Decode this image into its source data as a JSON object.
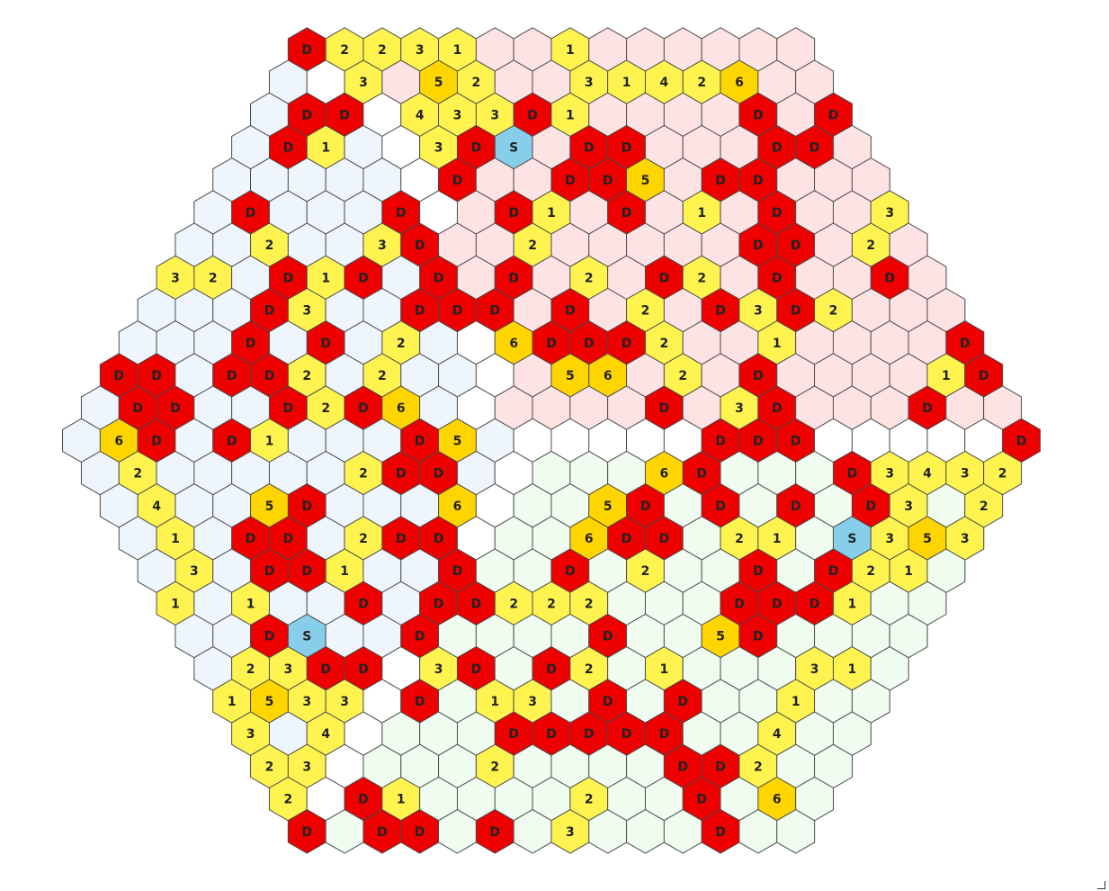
{
  "colors": {
    "D": "#ee0000",
    "N": "#fff44f",
    "H": "#ffd500",
    "S": "#87ceeb",
    "a": "#eef5fd",
    "b": "#fde3e3",
    "c": "#effcef",
    "w": "#ffffff"
  },
  "legend_codes": {
    "D": "danger-cell",
    "N": "number-cell",
    "H": "high-number-cell",
    "S": "start-cell",
    "a": "blue-region-cell",
    "b": "pink-region-cell",
    "c": "green-region-cell",
    "w": "white-cell"
  },
  "rows": [
    [
      "D",
      "2",
      "2",
      "3",
      "1",
      "b",
      "b",
      "1",
      "b",
      "b",
      "b",
      "b",
      "b",
      "b"
    ],
    [
      "a",
      "w",
      "3",
      "b",
      "5",
      "2",
      "b",
      "b",
      "3",
      "1",
      "4",
      "2",
      "6",
      "b",
      "b"
    ],
    [
      "a",
      "D",
      "D",
      "w",
      "4",
      "3",
      "3",
      "D",
      "1",
      "b",
      "b",
      "b",
      "b",
      "D",
      "b",
      "D"
    ],
    [
      "a",
      "D",
      "1",
      "a",
      "w",
      "3",
      "D",
      "S",
      "b",
      "D",
      "D",
      "b",
      "b",
      "b",
      "D",
      "D",
      "b"
    ],
    [
      "a",
      "a",
      "a",
      "a",
      "a",
      "w",
      "D",
      "b",
      "b",
      "D",
      "D",
      "5",
      "b",
      "D",
      "D",
      "b",
      "b",
      "b"
    ],
    [
      "a",
      "D",
      "a",
      "a",
      "a",
      "D",
      "w",
      "b",
      "D",
      "1",
      "b",
      "D",
      "b",
      "1",
      "b",
      "D",
      "b",
      "b",
      "3"
    ],
    [
      "a",
      "a",
      "2",
      "a",
      "a",
      "3",
      "D",
      "b",
      "b",
      "2",
      "b",
      "b",
      "b",
      "b",
      "b",
      "D",
      "D",
      "b",
      "2",
      "b"
    ],
    [
      "3",
      "2",
      "a",
      "D",
      "1",
      "D",
      "a",
      "D",
      "b",
      "D",
      "b",
      "2",
      "b",
      "D",
      "2",
      "b",
      "D",
      "b",
      "b",
      "D",
      "b"
    ],
    [
      "a",
      "a",
      "a",
      "D",
      "3",
      "a",
      "a",
      "D",
      "D",
      "D",
      "b",
      "D",
      "b",
      "2",
      "b",
      "D",
      "3",
      "D",
      "2",
      "b",
      "b",
      "b"
    ],
    [
      "a",
      "a",
      "a",
      "D",
      "a",
      "D",
      "a",
      "2",
      "a",
      "w",
      "6",
      "D",
      "D",
      "D",
      "2",
      "b",
      "b",
      "1",
      "b",
      "b",
      "b",
      "b",
      "D"
    ],
    [
      "D",
      "D",
      "a",
      "D",
      "D",
      "2",
      "a",
      "2",
      "a",
      "a",
      "w",
      "b",
      "5",
      "6",
      "b",
      "2",
      "b",
      "D",
      "b",
      "b",
      "b",
      "b",
      "1",
      "D"
    ],
    [
      "a",
      "D",
      "D",
      "a",
      "a",
      "D",
      "2",
      "D",
      "6",
      "a",
      "w",
      "b",
      "b",
      "b",
      "b",
      "D",
      "b",
      "3",
      "D",
      "b",
      "b",
      "b",
      "D",
      "b",
      "b"
    ],
    [
      "a",
      "6",
      "D",
      "a",
      "D",
      "1",
      "a",
      "a",
      "a",
      "D",
      "5",
      "a",
      "w",
      "w",
      "w",
      "w",
      "w",
      "D",
      "D",
      "D",
      "w",
      "w",
      "w",
      "w",
      "w",
      "D"
    ],
    [
      "a",
      "2",
      "a",
      "a",
      "a",
      "a",
      "a",
      "2",
      "D",
      "D",
      "a",
      "w",
      "c",
      "c",
      "c",
      "6",
      "D",
      "c",
      "c",
      "c",
      "D",
      "3",
      "4",
      "3",
      "2"
    ],
    [
      "a",
      "4",
      "a",
      "a",
      "5",
      "D",
      "a",
      "a",
      "a",
      "6",
      "w",
      "c",
      "c",
      "5",
      "D",
      "c",
      "D",
      "c",
      "D",
      "c",
      "D",
      "3",
      "c",
      "2"
    ],
    [
      "a",
      "1",
      "a",
      "D",
      "D",
      "a",
      "2",
      "D",
      "D",
      "w",
      "c",
      "c",
      "6",
      "D",
      "D",
      "c",
      "2",
      "1",
      "c",
      "S",
      "3",
      "5",
      "3"
    ],
    [
      "a",
      "3",
      "a",
      "D",
      "D",
      "1",
      "a",
      "a",
      "D",
      "c",
      "c",
      "D",
      "c",
      "2",
      "c",
      "c",
      "D",
      "c",
      "D",
      "2",
      "1",
      "c"
    ],
    [
      "1",
      "a",
      "1",
      "a",
      "a",
      "D",
      "a",
      "D",
      "D",
      "2",
      "2",
      "2",
      "c",
      "c",
      "c",
      "D",
      "D",
      "D",
      "1",
      "c",
      "c"
    ],
    [
      "a",
      "a",
      "D",
      "S",
      "a",
      "a",
      "D",
      "c",
      "c",
      "c",
      "c",
      "D",
      "c",
      "c",
      "5",
      "D",
      "c",
      "c",
      "c",
      "c"
    ],
    [
      "a",
      "2",
      "3",
      "D",
      "D",
      "w",
      "3",
      "D",
      "c",
      "D",
      "2",
      "c",
      "1",
      "c",
      "c",
      "c",
      "3",
      "1",
      "c"
    ],
    [
      "1",
      "5",
      "3",
      "3",
      "w",
      "D",
      "c",
      "1",
      "3",
      "c",
      "D",
      "c",
      "D",
      "c",
      "c",
      "1",
      "c",
      "c"
    ],
    [
      "3",
      "a",
      "4",
      "w",
      "c",
      "c",
      "c",
      "D",
      "D",
      "D",
      "D",
      "D",
      "c",
      "c",
      "4",
      "c",
      "c"
    ],
    [
      "2",
      "3",
      "w",
      "c",
      "c",
      "c",
      "2",
      "c",
      "c",
      "c",
      "c",
      "D",
      "D",
      "2",
      "c",
      "c"
    ],
    [
      "2",
      "w",
      "D",
      "1",
      "c",
      "c",
      "c",
      "c",
      "2",
      "c",
      "c",
      "D",
      "c",
      "6",
      "c"
    ],
    [
      "D",
      "c",
      "D",
      "D",
      "c",
      "D",
      "c",
      "3",
      "c",
      "c",
      "c",
      "D",
      "c",
      "c"
    ]
  ]
}
